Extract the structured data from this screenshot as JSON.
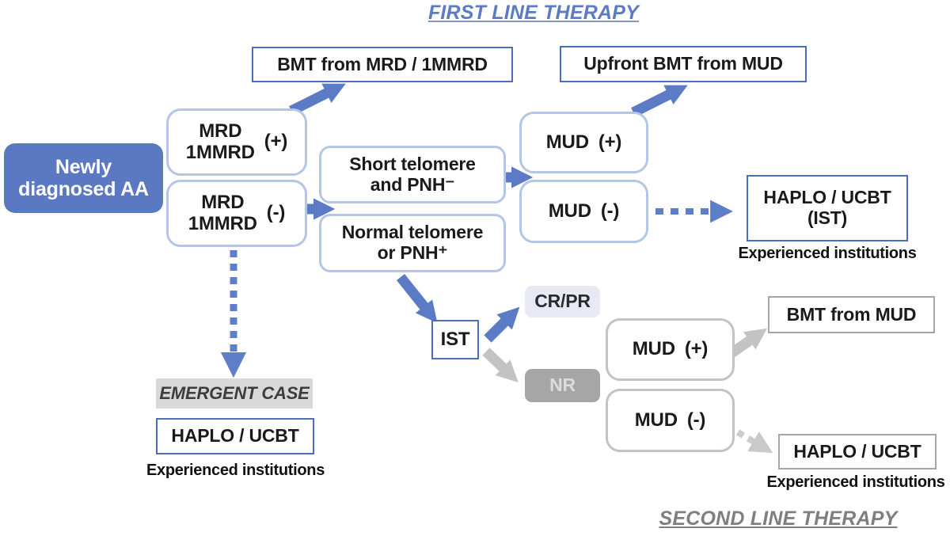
{
  "titles": {
    "first_line": "FIRST LINE THERAPY",
    "second_line": "SECOND LINE THERAPY"
  },
  "nodes": {
    "newly_diagnosed": {
      "line1": "Newly",
      "line2": "diagnosed AA"
    },
    "mrd_plus": {
      "line1": "MRD",
      "line2": "1MMRD",
      "sign": "(+)"
    },
    "mrd_minus": {
      "line1": "MRD",
      "line2": "1MMRD",
      "sign": "(-)"
    },
    "bmt_from_mrd": {
      "label": "BMT from MRD / 1MMRD"
    },
    "upfront_bmt": {
      "label": "Upfront BMT from MUD"
    },
    "short_telomere": {
      "line1": "Short telomere",
      "line2": "and PNH⁻"
    },
    "normal_telomere": {
      "line1": "Normal telomere",
      "line2": "or PNH⁺"
    },
    "mud_plus_first": {
      "label": "MUD",
      "sign": "(+)"
    },
    "mud_minus_first": {
      "label": "MUD",
      "sign": "(-)"
    },
    "haplo_ucbt_ist": {
      "line1": "HAPLO / UCBT",
      "line2": "(IST)",
      "caption": "Experienced institutions"
    },
    "ist": {
      "label": "IST"
    },
    "cr_pr": {
      "label": "CR/PR"
    },
    "nr": {
      "label": "NR"
    },
    "emergent_case": {
      "label": "EMERGENT CASE"
    },
    "haplo_ucbt_left": {
      "label": "HAPLO / UCBT",
      "caption": "Experienced institutions"
    },
    "mud_plus_second": {
      "label": "MUD",
      "sign": "(+)"
    },
    "mud_minus_second": {
      "label": "MUD",
      "sign": "(-)"
    },
    "bmt_from_mud": {
      "label": "BMT from MUD"
    },
    "haplo_ucbt_right": {
      "label": "HAPLO / UCBT",
      "caption": "Experienced institutions"
    }
  },
  "colors": {
    "accent_blue_fill": "#5b78c2",
    "soft_blue_border": "#b3c6e7",
    "strong_blue_border": "#4a6fbd",
    "arrow_blue": "#5c7bc6",
    "arrow_gray": "#c3c3c3",
    "gray_fill": "#a6a6a6",
    "light_gray_fill": "#d9d9d9",
    "lavender_fill": "#e7eaf5",
    "title_blue": "#5b7bc7",
    "title_gray": "#7f7f7f"
  }
}
